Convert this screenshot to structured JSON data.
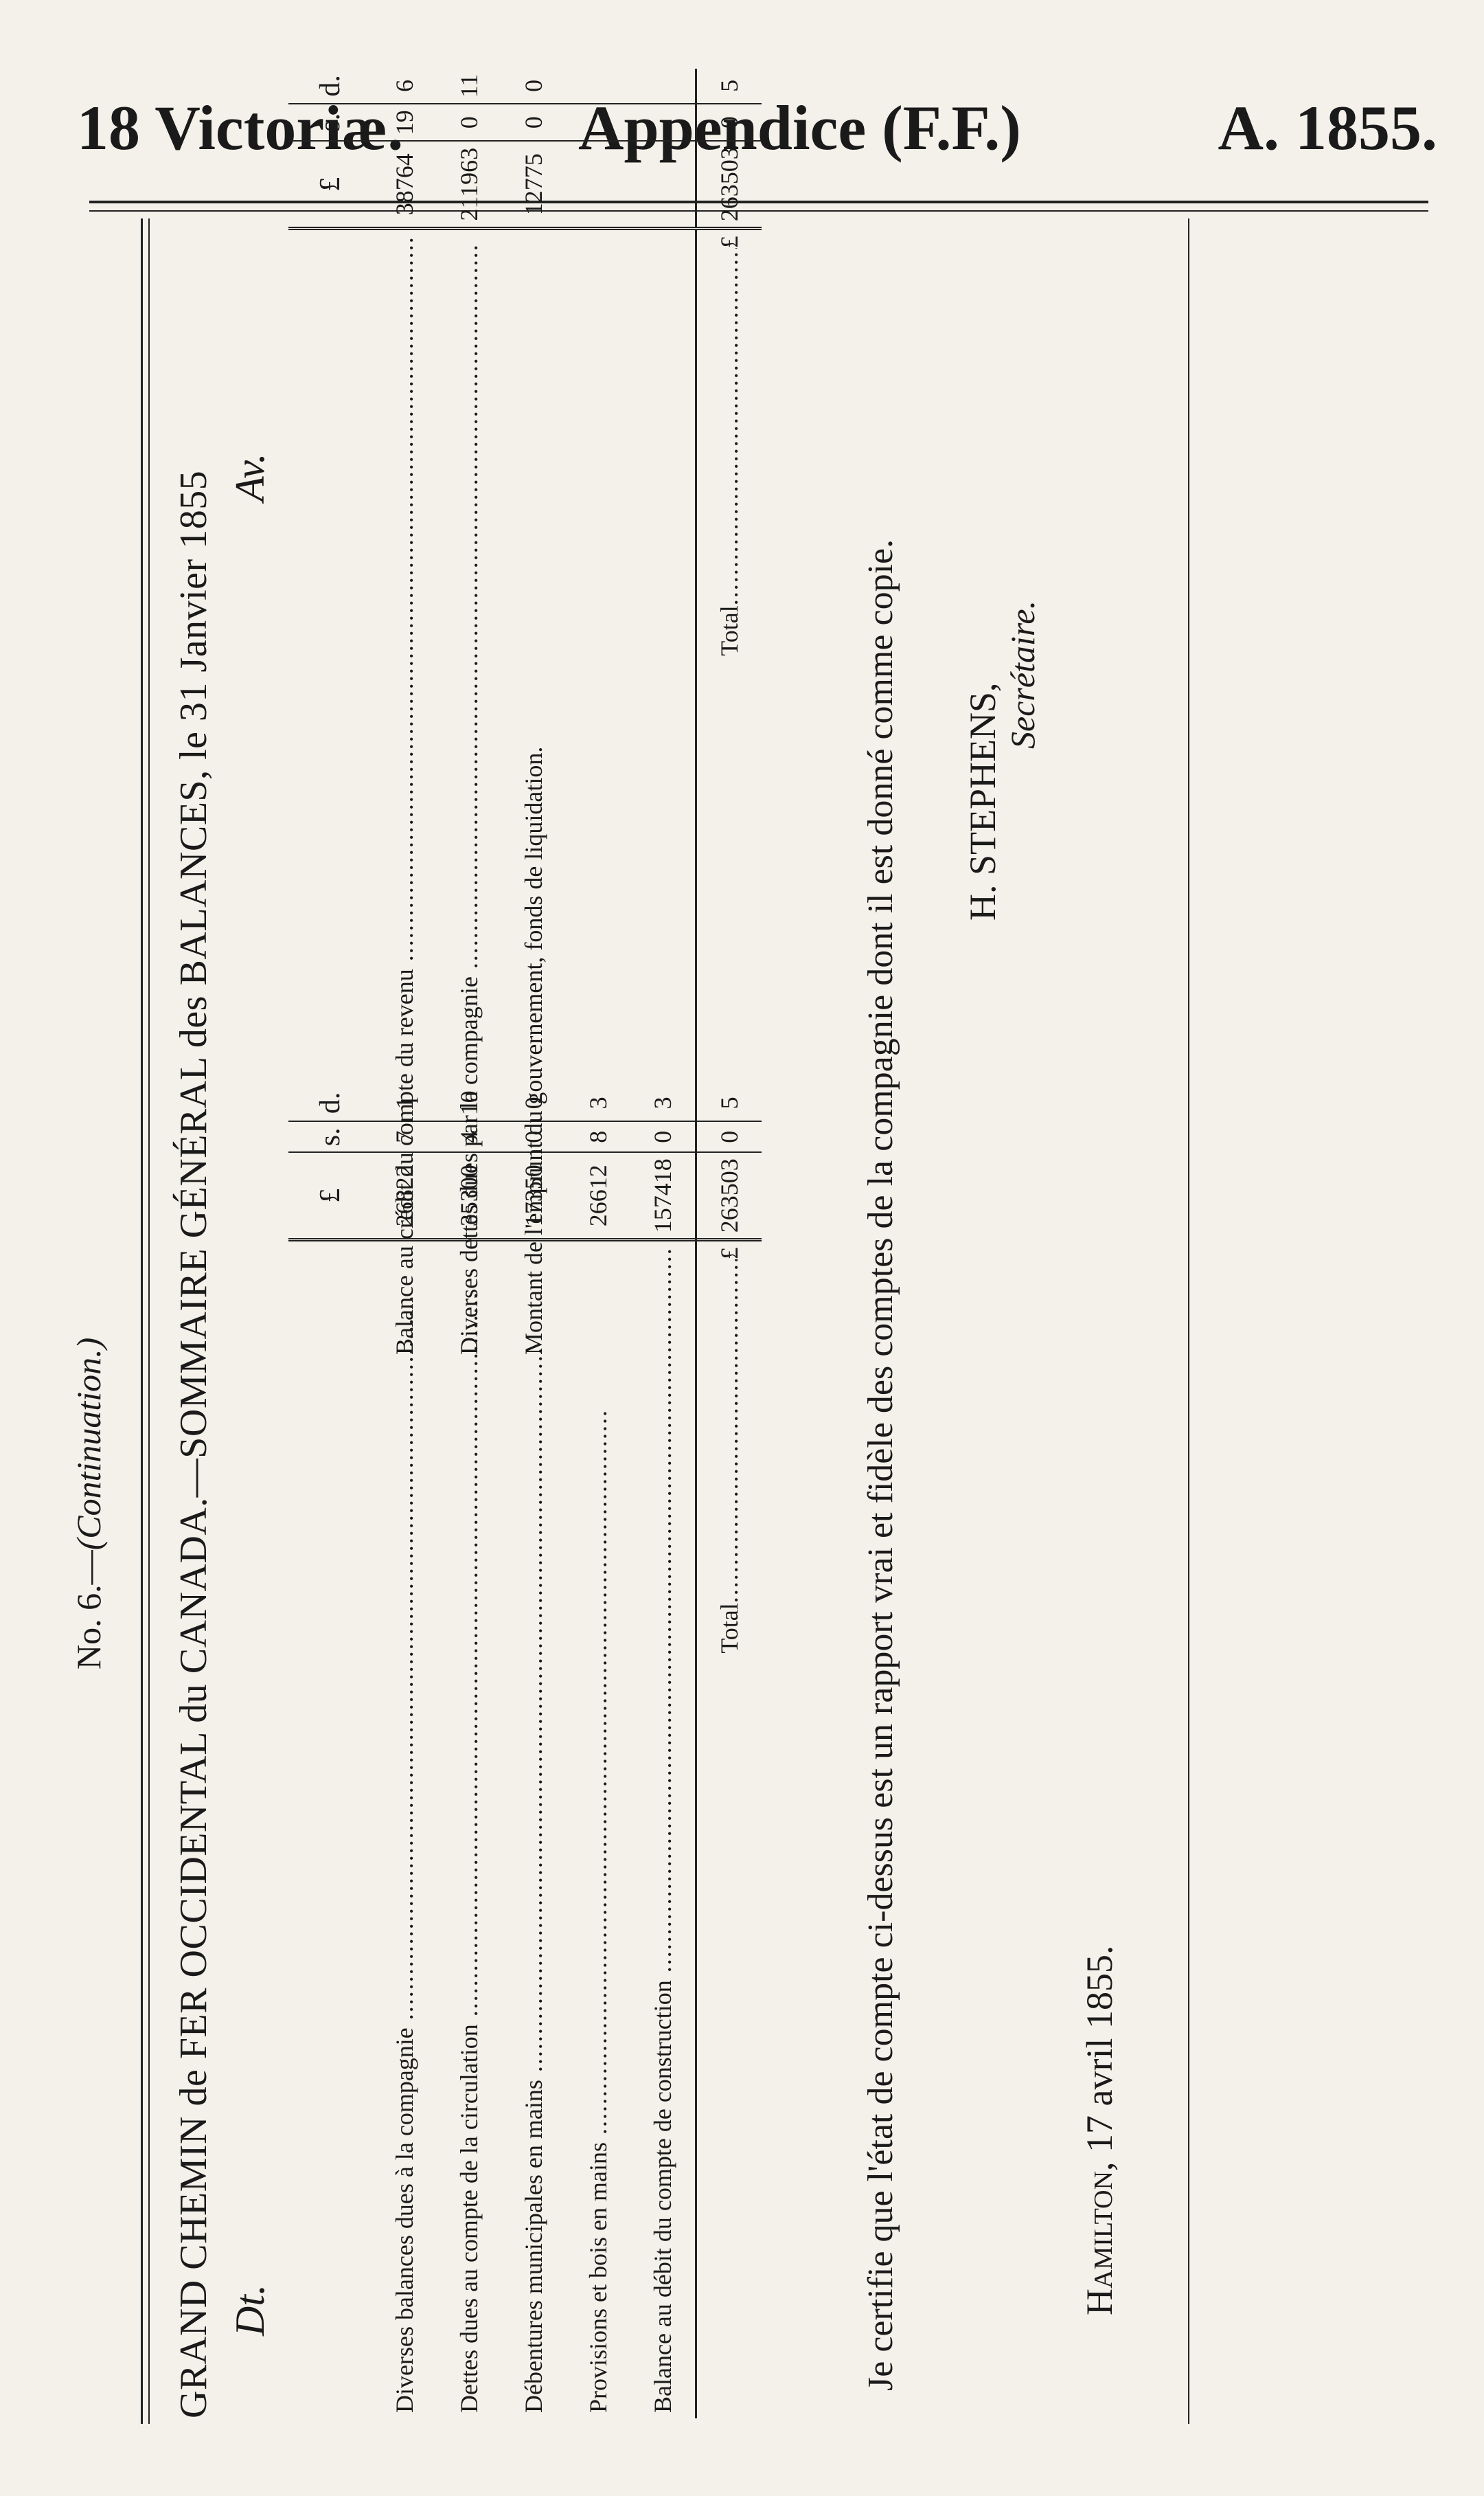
{
  "header": {
    "left": "18 Victoriæ.",
    "center": "Appendice (F.F.)",
    "right": "A. 1855."
  },
  "continuation": {
    "prefix": "No. 6.—",
    "text": "(Continuation.)"
  },
  "title": "GRAND CHEMIN de FER OCCIDENTAL du CANADA.—SOMMAIRE GÉNÉRAL des BALANCES, le 31 Janvier 1855",
  "side_labels": {
    "debit": "Dt.",
    "credit": "Av."
  },
  "columns": {
    "pounds": "£",
    "shillings": "s.",
    "pence": "d."
  },
  "debit": {
    "rows": [
      {
        "desc": "Diverses balances dues à la compagnie",
        "l": "26822",
        "s": "7",
        "d": "1"
      },
      {
        "desc": "Dettes dues au compte de la circulation",
        "l": "35300",
        "s": "4",
        "d": "10"
      },
      {
        "desc": "Débentures municipales en mains",
        "l": "17350",
        "s": "0",
        "d": "0"
      },
      {
        "desc": "Provisions et bois en mains",
        "l": "26612",
        "s": "8",
        "d": "3"
      },
      {
        "desc": "Balance au débit du compte de construction",
        "l": "157418",
        "s": "0",
        "d": "3"
      }
    ],
    "total": {
      "label": "Total",
      "currency": "£",
      "l": "263503",
      "s": "0",
      "d": "5"
    }
  },
  "credit": {
    "rows": [
      {
        "desc": "Balance au crédit du compte du revenu",
        "l": "38764",
        "s": "19",
        "d": "6"
      },
      {
        "desc": "Diverses dettes dues par la compagnie",
        "l": "211963",
        "s": "0",
        "d": "11"
      },
      {
        "desc": "Montant de l'emprunt du gouvernement, fonds de liquidation.",
        "l": "12775",
        "s": "0",
        "d": "0"
      }
    ],
    "total": {
      "label": "Total",
      "currency": "£",
      "l": "263503",
      "s": "0",
      "d": "5"
    }
  },
  "certification": "Je certifie que l'état de compte ci-dessus est un rapport vrai et fidèle des comptes de la compagnie dont il est donné comme copie.",
  "signature": {
    "name": "H. STEPHENS,",
    "role": "Secrétaire."
  },
  "place_date": {
    "place": "Hamilton,",
    "date": "17 avril 1855."
  }
}
